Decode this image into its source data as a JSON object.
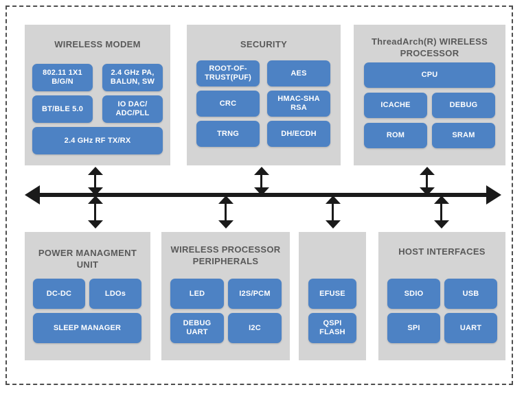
{
  "figure": {
    "type": "block-diagram",
    "frame_style": "dashed",
    "colors": {
      "panel": "#d4d4d4",
      "block": "#4d82c4",
      "block_text": "#ffffff",
      "panel_title": "#595959",
      "bus": "#1a1a1a",
      "background": "#ffffff"
    }
  },
  "bus": {
    "name": "system-bus",
    "left_arrow": "arrow-left",
    "right_arrow": "arrow-right"
  },
  "panels": {
    "wireless_modem": {
      "title": "WIRELESS MODEM",
      "blocks": [
        {
          "label": "802.11 1X1 B/G/N"
        },
        {
          "label": "2.4 GHz PA, BALUN, SW"
        },
        {
          "label": "BT/BLE 5.0"
        },
        {
          "label": "IO DAC/ ADC/PLL"
        },
        {
          "label": "2.4 GHz RF TX/RX"
        }
      ]
    },
    "security": {
      "title": "SECURITY",
      "blocks": [
        {
          "label": "ROOT-OF-TRUST(PUF)"
        },
        {
          "label": "AES"
        },
        {
          "label": "CRC"
        },
        {
          "label": "HMAC-SHA RSA"
        },
        {
          "label": "TRNG"
        },
        {
          "label": "DH/ECDH"
        }
      ]
    },
    "wireless_processor": {
      "title": "ThreadArch(R) WIRELESS PROCESSOR",
      "blocks": [
        {
          "label": "CPU"
        },
        {
          "label": "ICACHE"
        },
        {
          "label": "DEBUG"
        },
        {
          "label": "ROM"
        },
        {
          "label": "SRAM"
        }
      ]
    },
    "power_management_unit": {
      "title": "POWER MANAGMENT UNIT",
      "blocks": [
        {
          "label": "DC-DC"
        },
        {
          "label": "LDOs"
        },
        {
          "label": "SLEEP MANAGER"
        }
      ]
    },
    "wireless_processor_peripherals": {
      "title": "WIRELESS PROCESSOR PERIPHERALS",
      "blocks": [
        {
          "label": "LED"
        },
        {
          "label": "I2S/PCM"
        },
        {
          "label": "DEBUG UART"
        },
        {
          "label": "I2C"
        }
      ]
    },
    "memory": {
      "title": "",
      "blocks": [
        {
          "label": "EFUSE"
        },
        {
          "label": "QSPI FLASH"
        }
      ]
    },
    "host_interfaces": {
      "title": "HOST INTERFACES",
      "blocks": [
        {
          "label": "SDIO"
        },
        {
          "label": "USB"
        },
        {
          "label": "SPI"
        },
        {
          "label": "UART"
        }
      ]
    }
  }
}
